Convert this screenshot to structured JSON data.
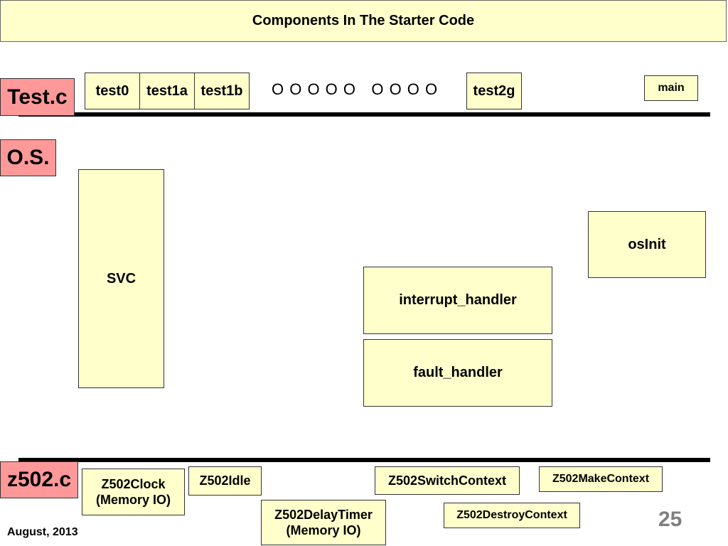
{
  "title": "Components In The Starter Code",
  "sections": {
    "test_c": "Test.c",
    "os": "O.S.",
    "z502_c": "z502.c"
  },
  "test_layer": {
    "tests": [
      "test0",
      "test1a",
      "test1b"
    ],
    "ellipsis": "O O O O O   O O O O",
    "test2g": "test2g",
    "main": "main"
  },
  "os_layer": {
    "svc": "SVC",
    "osinit": "osInit",
    "interrupt_handler": "interrupt_handler",
    "fault_handler": "fault_handler"
  },
  "z502_layer": {
    "clock": "Z502Clock\n(Memory IO)",
    "idle": "Z502Idle",
    "delay_timer": "Z502DelayTimer\n(Memory IO)",
    "switch_context": "Z502SwitchContext",
    "make_context": "Z502MakeContext",
    "destroy_context": "Z502DestroyContext"
  },
  "footer": {
    "date": "August, 2013",
    "page_number": "25"
  },
  "colors": {
    "box_fill": "#ffffcc",
    "label_fill": "#ff9999",
    "page_number": "#7f7f7f"
  }
}
